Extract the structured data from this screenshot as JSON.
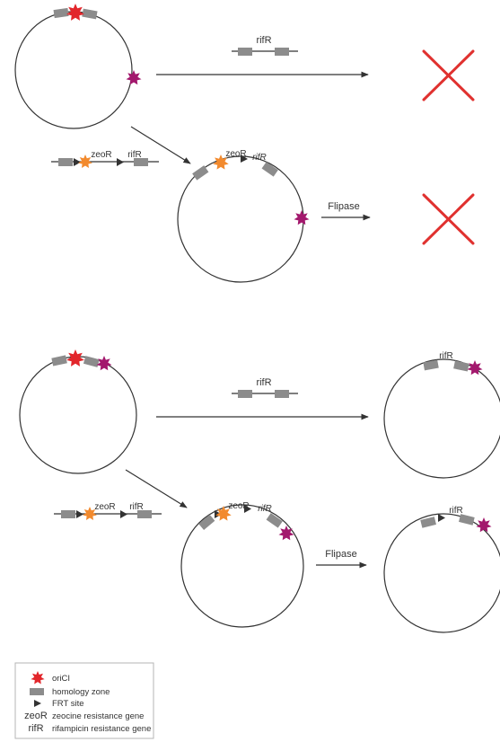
{
  "labels": {
    "rifR": "rifR",
    "zeoR": "zeoR",
    "flipase": "Flipase"
  },
  "legend": {
    "items": [
      {
        "symbol": "",
        "icon": "oriCI-star-icon",
        "text": "oriCI"
      },
      {
        "symbol": "",
        "icon": "homology-zone-icon",
        "text": "homology zone"
      },
      {
        "symbol": "",
        "icon": "frt-arrow-icon",
        "text": "FRT site"
      },
      {
        "symbol": "zeoR",
        "icon": "",
        "text": "zeocine resistance gene"
      },
      {
        "symbol": "rifR",
        "icon": "",
        "text": "rifampicin resistance gene"
      }
    ]
  },
  "colors": {
    "oriCI": "#e2262b",
    "orange_star": "#f28a2e",
    "purple_star": "#a3186d",
    "homology": "#8c8c8c",
    "cross": "#e0312f",
    "line": "#333333"
  }
}
